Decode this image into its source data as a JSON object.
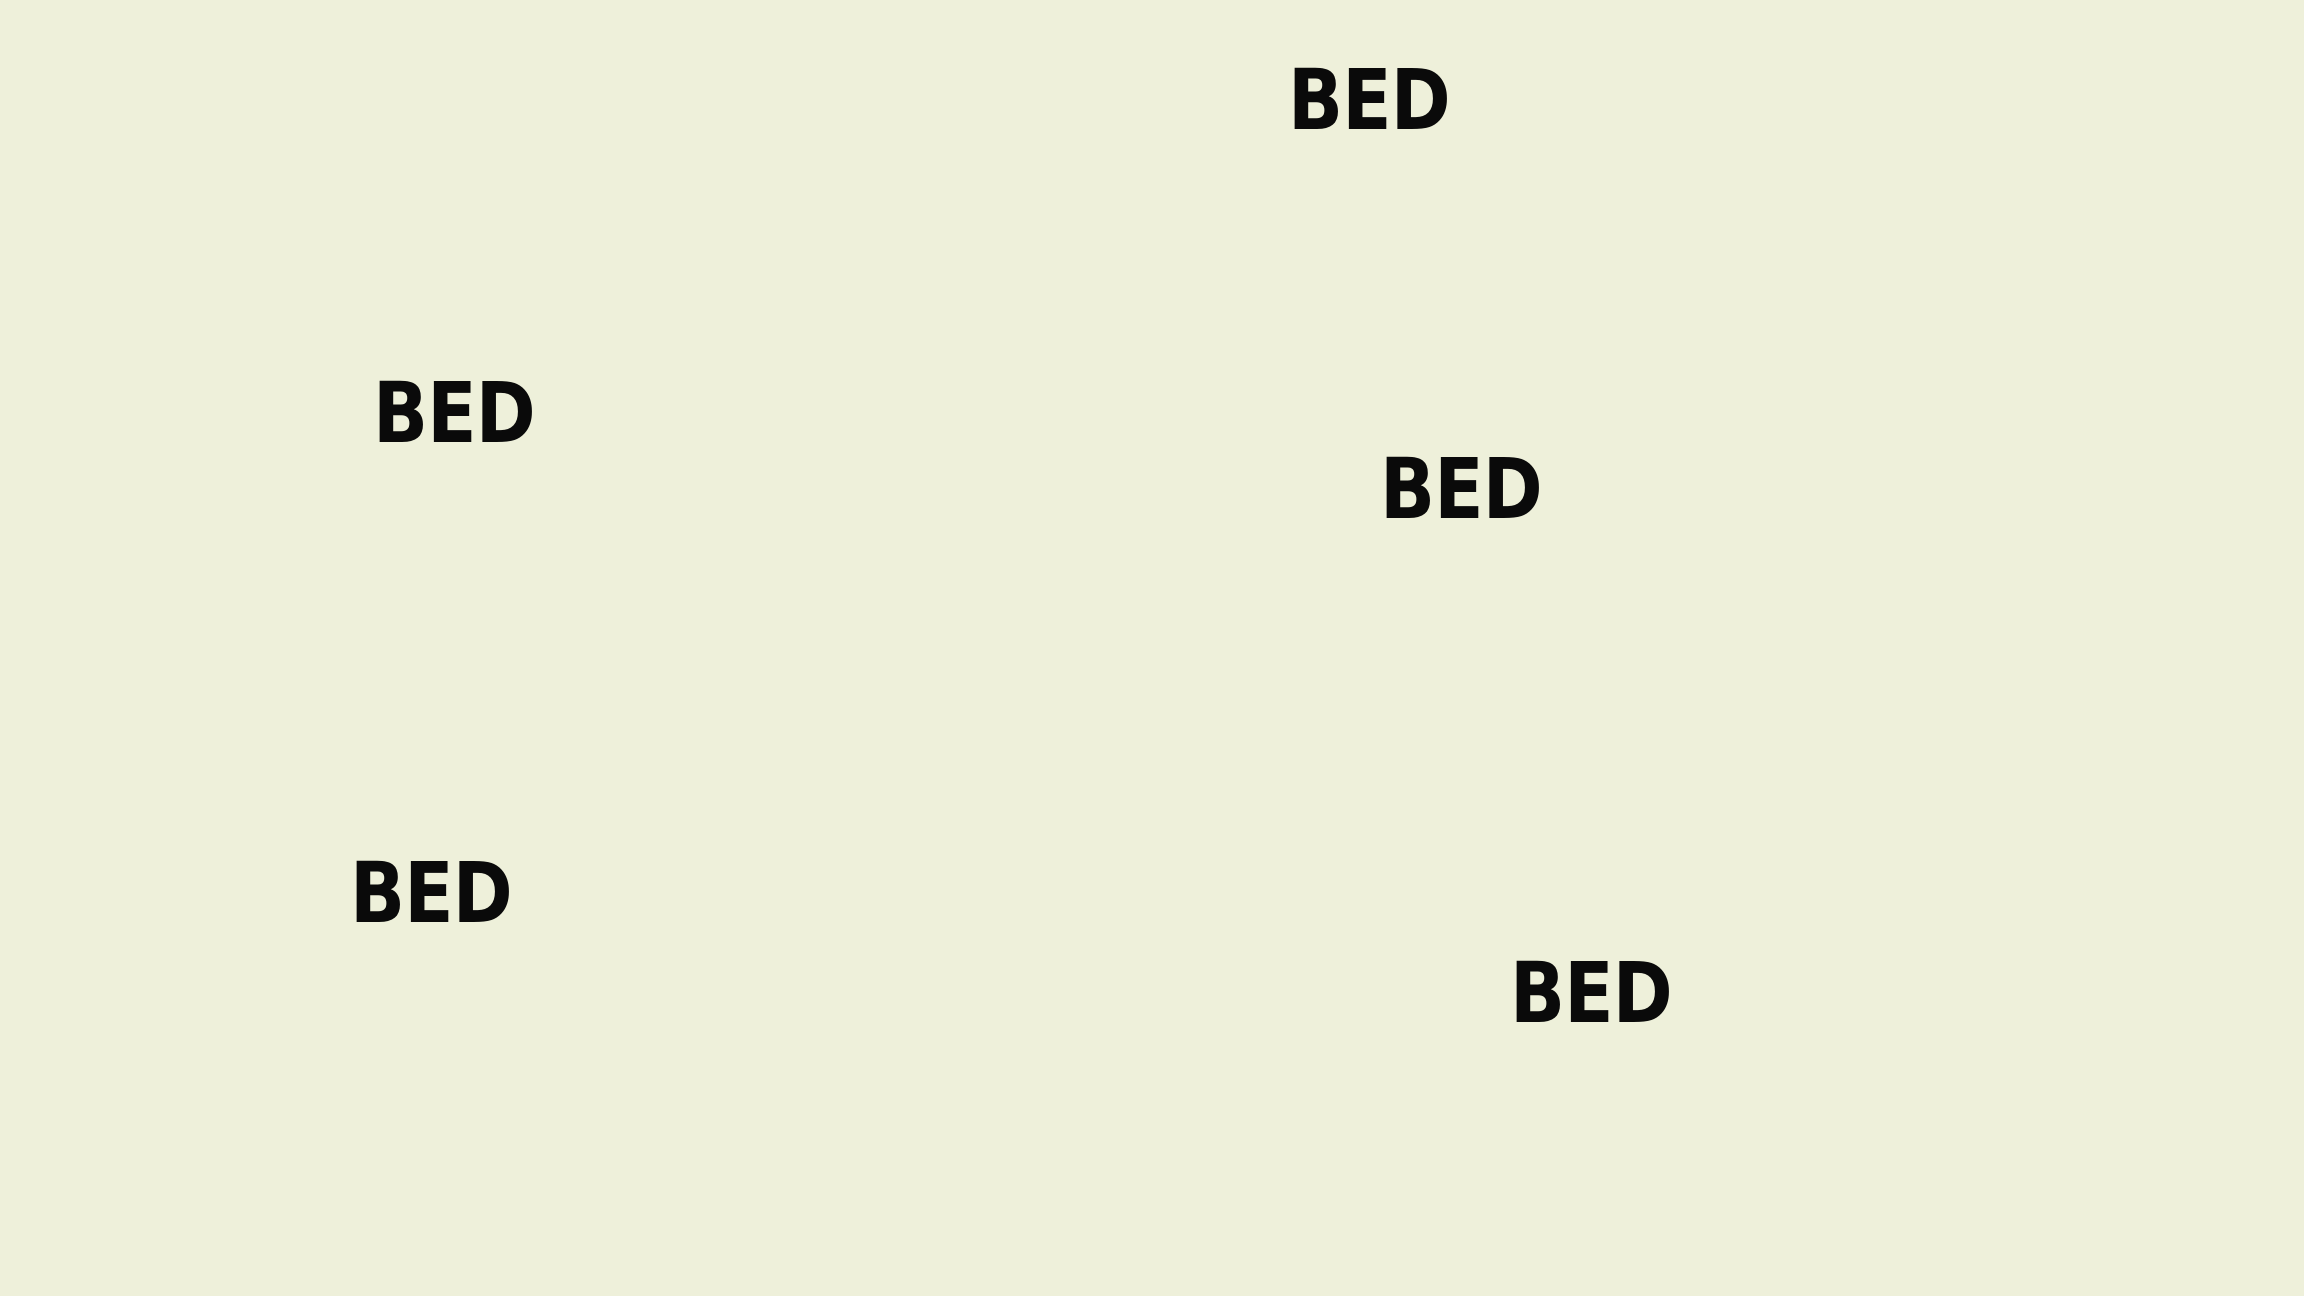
{
  "colors": {
    "background": "#eef0da",
    "text": "#0a0a0a"
  },
  "words": [
    {
      "text": "BED"
    },
    {
      "text": "BED"
    },
    {
      "text": "BED"
    },
    {
      "text": "BED"
    },
    {
      "text": "BED"
    }
  ]
}
